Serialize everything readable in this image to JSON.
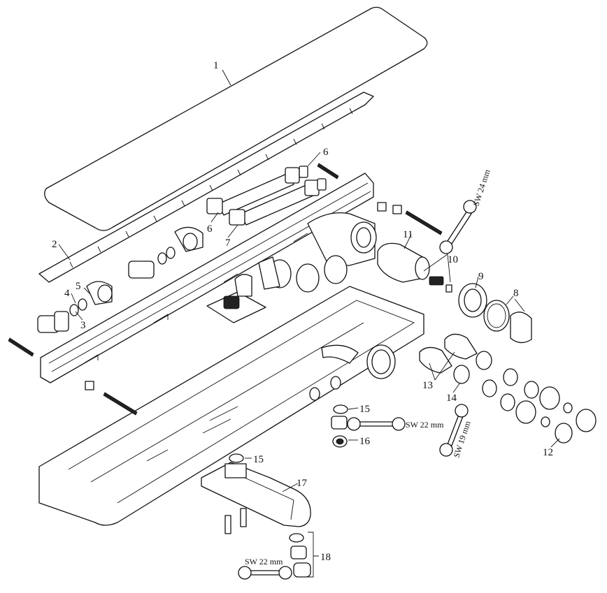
{
  "callouts": {
    "c1": "1",
    "c2": "2",
    "c3": "3",
    "c4": "4",
    "c5": "5",
    "c6a": "6",
    "c6b": "6",
    "c7": "7",
    "c8": "8",
    "c9": "9",
    "c10": "10",
    "c11": "11",
    "c12": "12",
    "c13": "13",
    "c14": "14",
    "c15a": "15",
    "c15b": "15",
    "c16": "16",
    "c17": "17",
    "c18": "18"
  },
  "wrench_labels": {
    "sw24": "SW 24 mm",
    "sw22a": "SW 22 mm",
    "sw19": "SW 19 mm",
    "sw22b": "SW 22 mm"
  },
  "colors": {
    "line": "#111111",
    "background": "#ffffff",
    "fill_dark": "#222222",
    "fill_grey": "#cfcfcf"
  }
}
